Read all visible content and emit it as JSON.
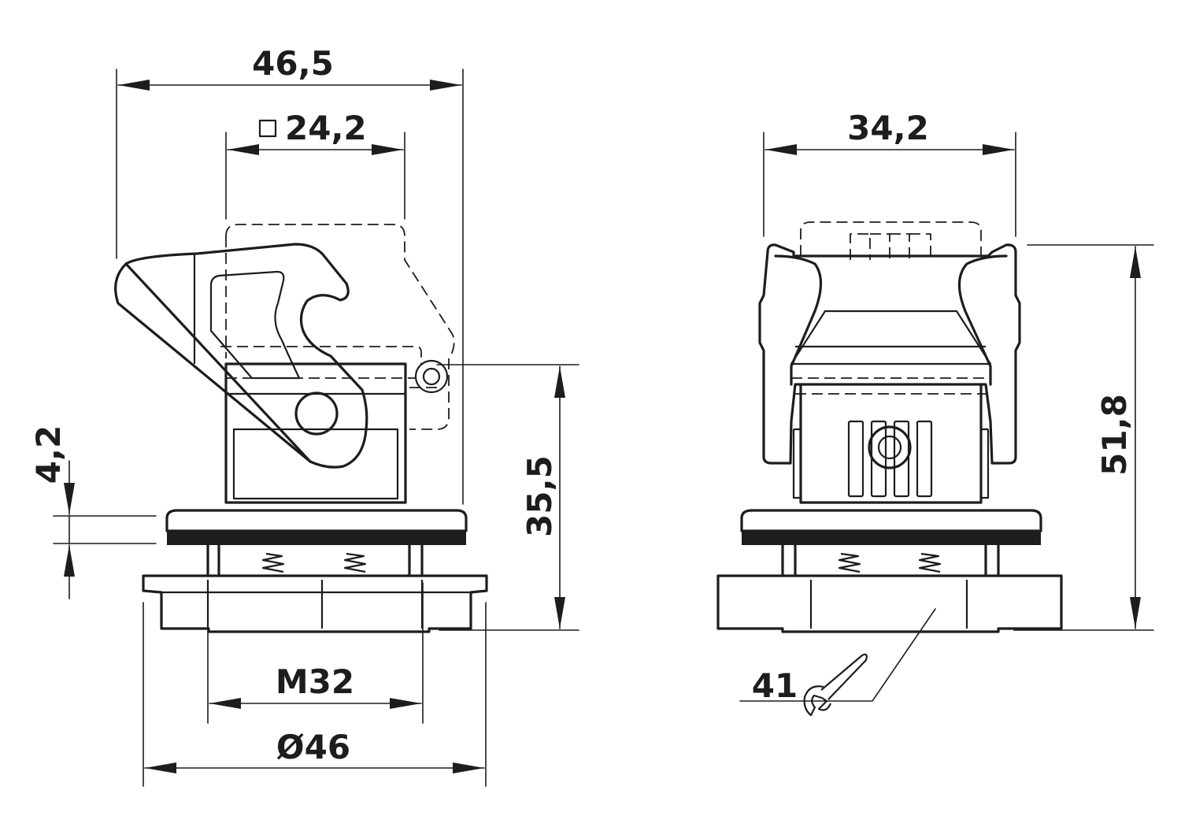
{
  "dimensions": {
    "overall_width_left": "46,5",
    "square_width": "24,2",
    "overall_width_right": "34,2",
    "overall_height": "51,8",
    "pivot_height": "35,5",
    "flange_thickness": "4,2",
    "thread": "M32",
    "outer_diameter": "Ø46",
    "wrench_size": "41"
  },
  "icons": {
    "square_symbol": "square-symbol-icon",
    "wrench": "wrench-icon"
  },
  "colors": {
    "line": "#1d1d1b",
    "background": "#ffffff"
  }
}
